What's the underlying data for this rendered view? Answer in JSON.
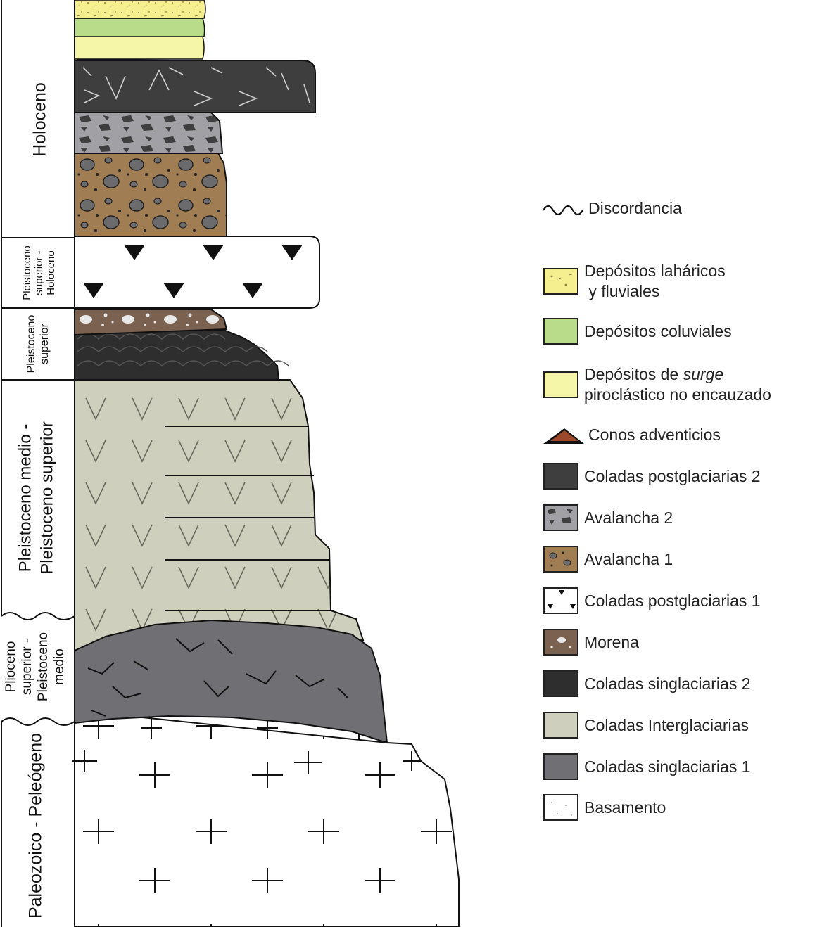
{
  "column": {
    "age_intervals": [
      {
        "id": "holoceno",
        "lines": [
          "Holoceno"
        ]
      },
      {
        "id": "pleistoceno-superior-holoceno",
        "lines": [
          "Pleistoceno",
          "superior -",
          "Holoceno"
        ]
      },
      {
        "id": "pleistoceno-superior",
        "lines": [
          "Pleistoceno",
          "superior"
        ]
      },
      {
        "id": "pleistoceno-medio-superior",
        "lines": [
          "Pleistoceno medio -",
          "Pleistoceno superior"
        ]
      },
      {
        "id": "plioceno-pleistoceno-medio",
        "lines": [
          "Plioceno",
          "superior -",
          "Pleistoceno",
          "medio"
        ]
      },
      {
        "id": "paleozoico-paleogeno",
        "lines": [
          "Paleozoico - Peleógeno"
        ]
      }
    ]
  },
  "legend": {
    "discordancia": "Discordancia",
    "items": [
      {
        "id": "lahar",
        "lines": [
          "Depósitos laháricos",
          " y fluviales"
        ],
        "color": "#f5ef8f"
      },
      {
        "id": "coluvial",
        "lines": [
          "Depósitos coluviales"
        ],
        "color": "#b9dc8a"
      },
      {
        "id": "surge",
        "line1_prefix": "Depósitos de ",
        "line1_italic": "surge",
        "line2": "piroclástico no encauzado",
        "color": "#f6f6a8"
      },
      {
        "id": "conos",
        "lines": [
          "Conos adventicios"
        ],
        "color": "#9a4a2a"
      },
      {
        "id": "postglac2",
        "lines": [
          "Coladas postglaciarias 2"
        ],
        "color": "#3e3e3e"
      },
      {
        "id": "avalancha2",
        "lines": [
          "Avalancha 2"
        ],
        "color": "#a0a0a5"
      },
      {
        "id": "avalancha1",
        "lines": [
          "Avalancha 1"
        ],
        "color": "#a07d52"
      },
      {
        "id": "postglac1",
        "lines": [
          "Coladas postglaciarias 1"
        ],
        "color": "#ffffff"
      },
      {
        "id": "morena",
        "lines": [
          "Morena"
        ],
        "color": "#7a6150"
      },
      {
        "id": "singlac2",
        "lines": [
          "Coladas singlaciarias 2"
        ],
        "color": "#2e2e2e"
      },
      {
        "id": "interglac",
        "lines": [
          "Coladas Interglaciarias"
        ],
        "color": "#cfcfbd"
      },
      {
        "id": "singlac1",
        "lines": [
          "Coladas singlaciarias 1"
        ],
        "color": "#707074"
      },
      {
        "id": "basamento",
        "lines": [
          "Basamento"
        ],
        "color": "#ffffff"
      }
    ]
  }
}
